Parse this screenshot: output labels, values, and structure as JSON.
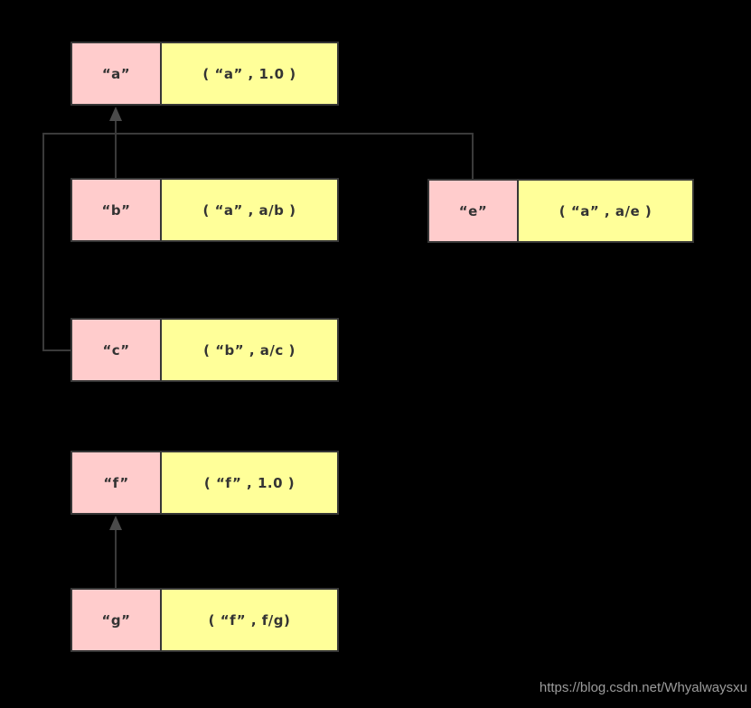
{
  "diagram": {
    "nodes": {
      "a": {
        "key": "“a”",
        "value": "( “a” , 1.0 )"
      },
      "b": {
        "key": "“b”",
        "value": "( “a” , a/b )"
      },
      "e": {
        "key": "“e”",
        "value": "( “a” , a/e )"
      },
      "c": {
        "key": "“c”",
        "value": "( “b” , a/c )"
      },
      "f": {
        "key": "“f”",
        "value": "( “f” , 1.0 )"
      },
      "g": {
        "key": "“g”",
        "value": "( “f” , f/g)"
      }
    },
    "edges": [
      {
        "from": "b",
        "to": "a"
      },
      {
        "from": "c",
        "to": "a"
      },
      {
        "from": "e",
        "to": "a"
      },
      {
        "from": "g",
        "to": "f"
      }
    ],
    "colors": {
      "key_cell": "#ffcccc",
      "value_cell": "#ffff99",
      "border": "#363636",
      "connector": "#3a3a3a",
      "text": "#333333",
      "background": "#000000",
      "watermark_text": "#9c9c9c"
    }
  },
  "watermark": "https://blog.csdn.net/Whyalwaysxu"
}
